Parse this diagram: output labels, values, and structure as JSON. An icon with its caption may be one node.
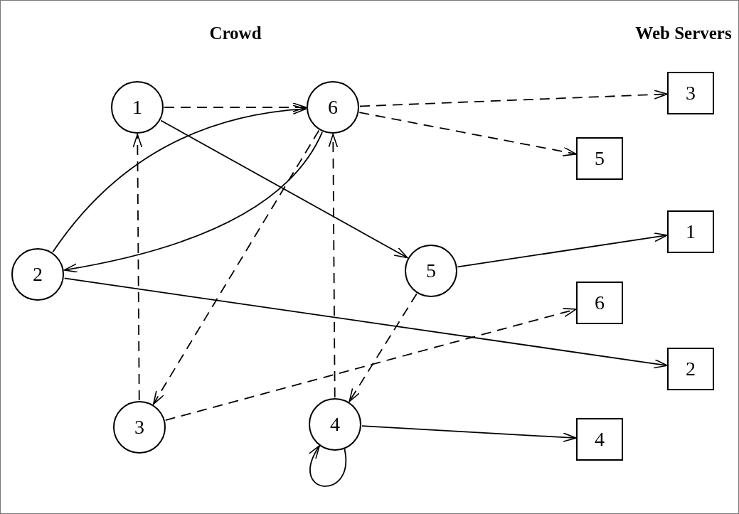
{
  "diagram": {
    "nodes": [
      {
        "text": [
          "1"
        ]
      },
      {
        "text": [
          "6"
        ]
      },
      {
        "text": [
          "3"
        ]
      },
      {
        "text": [
          "5"
        ]
      },
      {
        "text": [
          "2"
        ]
      },
      {
        "text": [
          "5"
        ]
      },
      {
        "text": [
          "1"
        ]
      },
      {
        "text": [
          "6"
        ]
      },
      {
        "text": [
          "2"
        ]
      },
      {
        "text": [
          "3"
        ]
      },
      {
        "text": [
          "4"
        ]
      },
      {
        "text": [
          "4"
        ]
      }
    ],
    "edges": [
      {
        "from": 0,
        "to": 1,
        "arrow": "to",
        "style": "dashed"
      },
      {
        "from": 1,
        "to": 2,
        "arrow": "to",
        "style": "dashed"
      },
      {
        "from": 1,
        "to": 3,
        "arrow": "to",
        "style": "dashed"
      },
      {
        "from": 4,
        "to": 1,
        "arrow": "to"
      },
      {
        "from": 1,
        "to": 4,
        "arrow": "to"
      },
      {
        "from": 0,
        "to": 5,
        "arrow": "to"
      },
      {
        "from": 1,
        "to": 9,
        "arrow": "to",
        "style": "dashed"
      },
      {
        "from": 9,
        "to": 0,
        "arrow": "to",
        "style": "dashed"
      },
      {
        "from": 10,
        "to": 1,
        "arrow": "to",
        "style": "dashed"
      },
      {
        "from": 5,
        "to": 10,
        "arrow": "to",
        "style": "dashed"
      },
      {
        "from": 5,
        "to": 6,
        "arrow": "to"
      },
      {
        "from": 9,
        "to": 7,
        "arrow": "to",
        "style": "dashed"
      },
      {
        "from": 4,
        "to": 8,
        "arrow": "to"
      },
      {
        "from": 10,
        "to": 11,
        "arrow": "to"
      },
      {
        "from": 10,
        "to": 10,
        "arrow": "to"
      }
    ],
    "labels": [
      "Crowd",
      "Web Servers"
    ]
  }
}
